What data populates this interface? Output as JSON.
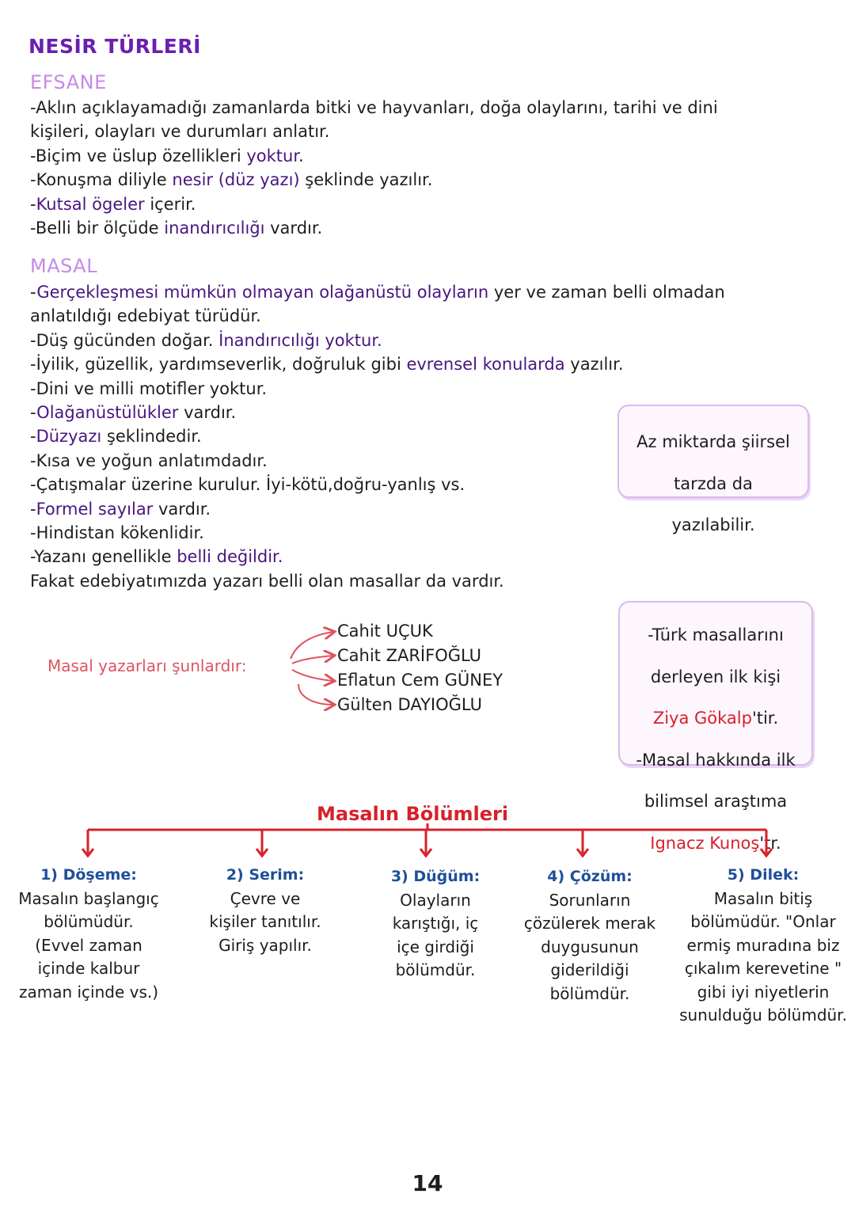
{
  "title": "NESİR TÜRLERİ",
  "efsane": {
    "heading": "EFSANE",
    "lines": [
      [
        {
          "t": "-Aklın açıklayamadığı zamanlarda bitki ve hayvanları, doğa olaylarını, tarihi ve dini"
        }
      ],
      [
        {
          "t": "kişileri, olayları ve durumları anlatır."
        }
      ],
      [
        {
          "t": "-Biçim ve üslup özellikleri "
        },
        {
          "t": "yoktur",
          "hl": true
        },
        {
          "t": "."
        }
      ],
      [
        {
          "t": "-Konuşma diliyle "
        },
        {
          "t": "nesir (düz yazı)",
          "hl": true
        },
        {
          "t": " şeklinde yazılır."
        }
      ],
      [
        {
          "t": "-"
        },
        {
          "t": "Kutsal ögeler",
          "hl": true
        },
        {
          "t": " içerir."
        }
      ],
      [
        {
          "t": "-Belli bir ölçüde "
        },
        {
          "t": "inandırıcılığı",
          "hl": true
        },
        {
          "t": " vardır."
        }
      ]
    ]
  },
  "masal": {
    "heading": "MASAL",
    "lines": [
      [
        {
          "t": "-"
        },
        {
          "t": "Gerçekleşmesi mümkün olmayan olağanüstü olayların",
          "hl": true
        },
        {
          "t": " yer ve zaman belli olmadan"
        }
      ],
      [
        {
          "t": "anlatıldığı edebiyat türüdür."
        }
      ],
      [
        {
          "t": "-Düş gücünden doğar. "
        },
        {
          "t": "İnandırıcılığı yoktur.",
          "hl": true
        }
      ],
      [
        {
          "t": "-İyilik, güzellik, yardımseverlik, doğruluk gibi "
        },
        {
          "t": "evrensel konularda",
          "hl": true
        },
        {
          "t": " yazılır."
        }
      ],
      [
        {
          "t": "-Dini ve milli motifler yoktur."
        }
      ],
      [
        {
          "t": "-"
        },
        {
          "t": "Olağanüstülükler",
          "hl": true
        },
        {
          "t": " vardır."
        }
      ],
      [
        {
          "t": "-"
        },
        {
          "t": "Düzyazı",
          "hl": true
        },
        {
          "t": " şeklindedir."
        }
      ],
      [
        {
          "t": "-Kısa ve yoğun anlatımdadır."
        }
      ],
      [
        {
          "t": "-Çatışmalar üzerine kurulur. İyi-kötü,doğru-yanlış vs."
        }
      ],
      [
        {
          "t": "-"
        },
        {
          "t": "Formel sayılar",
          "hl": true
        },
        {
          "t": " vardır."
        }
      ],
      [
        {
          "t": "-Hindistan kökenlidir."
        }
      ],
      [
        {
          "t": "-Yazanı genellikle "
        },
        {
          "t": "belli değildir.",
          "hl": true
        }
      ],
      [
        {
          "t": "Fakat edebiyatımızda yazarı belli olan masallar da vardır."
        }
      ]
    ]
  },
  "note_poetic": {
    "lines": [
      [
        {
          "t": "Az miktarda şiirsel"
        }
      ],
      [
        {
          "t": "tarzda da"
        }
      ],
      [
        {
          "t": "yazılabilir."
        }
      ]
    ]
  },
  "note_compilers": {
    "lines": [
      [
        {
          "t": "-Türk masallarını"
        }
      ],
      [
        {
          "t": "derleyen ilk kişi"
        }
      ],
      [
        {
          "t": "Ziya Gökalp",
          "red": true
        },
        {
          "t": "'tir."
        }
      ],
      [
        {
          "t": "-Masal hakkında ilk"
        }
      ],
      [
        {
          "t": "bilimsel araştıma"
        }
      ],
      [
        {
          "t": "Ignacz Kunoş",
          "red": true
        },
        {
          "t": "'tr."
        }
      ]
    ]
  },
  "authors": {
    "label": "Masal yazarları şunlardır:",
    "names": [
      "Cahit UÇUK",
      "Cahit ZARİFOĞLU",
      "Eflatun Cem GÜNEY",
      "Gülten DAYIOĞLU"
    ]
  },
  "sections": {
    "title": "Masalın Bölümleri",
    "items": [
      {
        "heading": "1) Döşeme:",
        "lines": [
          "Masalın başlangıç",
          "bölümüdür.",
          "(Evvel zaman",
          "içinde kalbur",
          "zaman içinde vs.)"
        ]
      },
      {
        "heading": "2) Serim:",
        "lines": [
          "Çevre ve",
          "kişiler tanıtılır.",
          "Giriş yapılır."
        ]
      },
      {
        "heading": "3) Düğüm:",
        "lines": [
          "Olayların",
          "karıştığı, iç",
          "içe girdiği",
          "bölümdür."
        ]
      },
      {
        "heading": "4) Çözüm:",
        "lines": [
          "Sorunların",
          "çözülerek merak",
          "duygusunun",
          "giderildiği",
          "bölümdür."
        ]
      },
      {
        "heading": "5) Dilek:",
        "lines": [
          "Masalın bitiş",
          "bölümüdür. \"Onlar",
          "ermiş muradına biz",
          "çıkalım kerevetine \"",
          "gibi iyi niyetlerin",
          "sunulduğu bölümdür."
        ]
      }
    ]
  },
  "page_number": "14",
  "colors": {
    "title": "#6a1fb0",
    "subheading": "#c48ae8",
    "highlight": "#4a1580",
    "red": "#d8202a",
    "author_label": "#e0535f",
    "section_heading": "#1f4f9a",
    "note_border": "#d9b9ee"
  }
}
